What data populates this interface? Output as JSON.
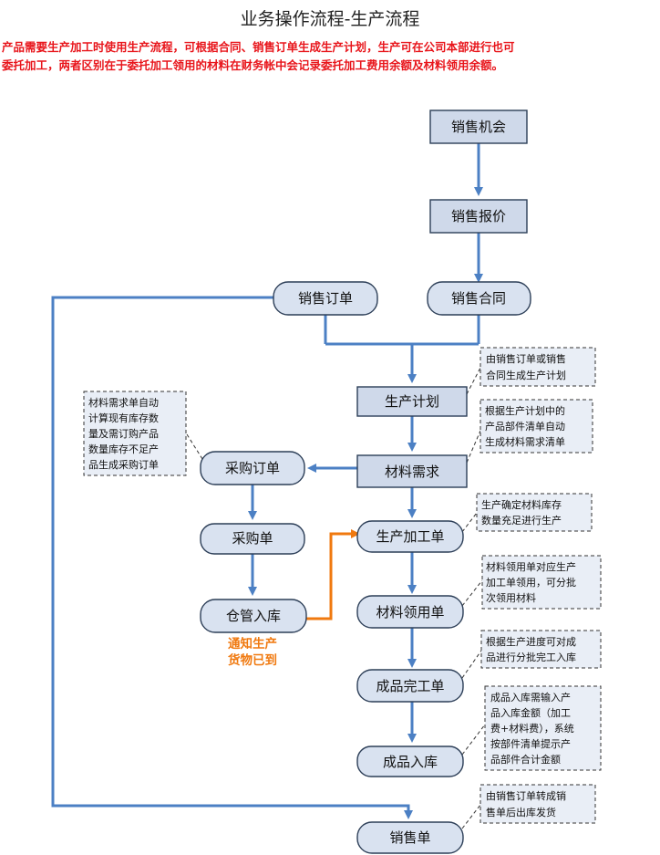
{
  "title": "业务操作流程-生产流程",
  "intro": [
    "产品需要生产加工时使用生产流程，可根据合同、销售订单生成生产计划，生产可在公司本部进行也可",
    "委托加工，两者区别在于委托加工领用的材料在财务帐中会记录委托加工费用余额及材料领用余额。"
  ],
  "nodes": {
    "sales_opportunity": "销售机会",
    "sales_quote": "销售报价",
    "sales_order": "销售订单",
    "sales_contract": "销售合同",
    "production_plan": "生产计划",
    "material_demand": "材料需求",
    "purchase_order": "采购订单",
    "purchase_receipt": "采购单",
    "warehouse_in": "仓管入库",
    "production_work_order": "生产加工单",
    "material_requisition": "材料领用单",
    "finished_completion": "成品完工单",
    "finished_storage": "成品入库",
    "sales_delivery": "销售单"
  },
  "notes": {
    "plan": [
      "由销售订单或销售",
      "合同生成生产计划"
    ],
    "demand": [
      "根据生产计划中的",
      "产品部件清单自动",
      "生成材料需求清单"
    ],
    "purchase": [
      "材料需求单自动",
      "计算现有库存数",
      "量及需订购产品",
      "数量库存不足产",
      "品生成采购订单"
    ],
    "work_order": [
      "生产确定材料库存",
      "数量充足进行生产"
    ],
    "requisition": [
      "材料领用单对应生产",
      "加工单领用，可分批",
      "次领用材料"
    ],
    "completion": [
      "根据生产进度可对成",
      "品进行分批完工入库"
    ],
    "storage": [
      "成品入库需输入产",
      "品入库金额（加工",
      "费+材料费），系统",
      "按部件清单提示产",
      "品部件合计金额"
    ],
    "delivery": [
      "由销售订单转成销",
      "售单后出库发货"
    ]
  },
  "notify": [
    "通知生产",
    "货物已到"
  ],
  "colors": {
    "flow": "#4c80c4",
    "notify": "#f0790f",
    "intro": "#e8151b",
    "node_fill": "#cfd9ea"
  }
}
